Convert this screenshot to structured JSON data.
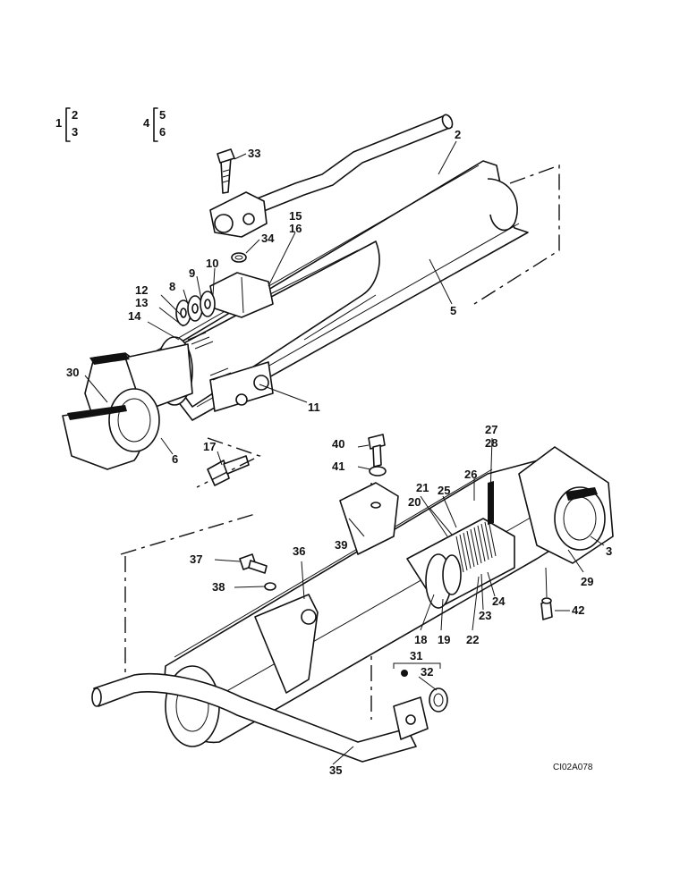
{
  "drawing_code": "CI02A078",
  "assemblies": [
    {
      "parent": "1",
      "children": [
        "2",
        "3"
      ]
    },
    {
      "parent": "4",
      "children": [
        "5",
        "6"
      ]
    }
  ],
  "parts": [
    "2",
    "3",
    "5",
    "6",
    "8",
    "9",
    "10",
    "11",
    "12",
    "13",
    "14",
    "15",
    "16",
    "17",
    "18",
    "19",
    "20",
    "21",
    "22",
    "23",
    "24",
    "25",
    "26",
    "27",
    "28",
    "29",
    "30",
    "31",
    "32",
    "33",
    "34",
    "35",
    "36",
    "37",
    "38",
    "39",
    "40",
    "41",
    "42"
  ]
}
